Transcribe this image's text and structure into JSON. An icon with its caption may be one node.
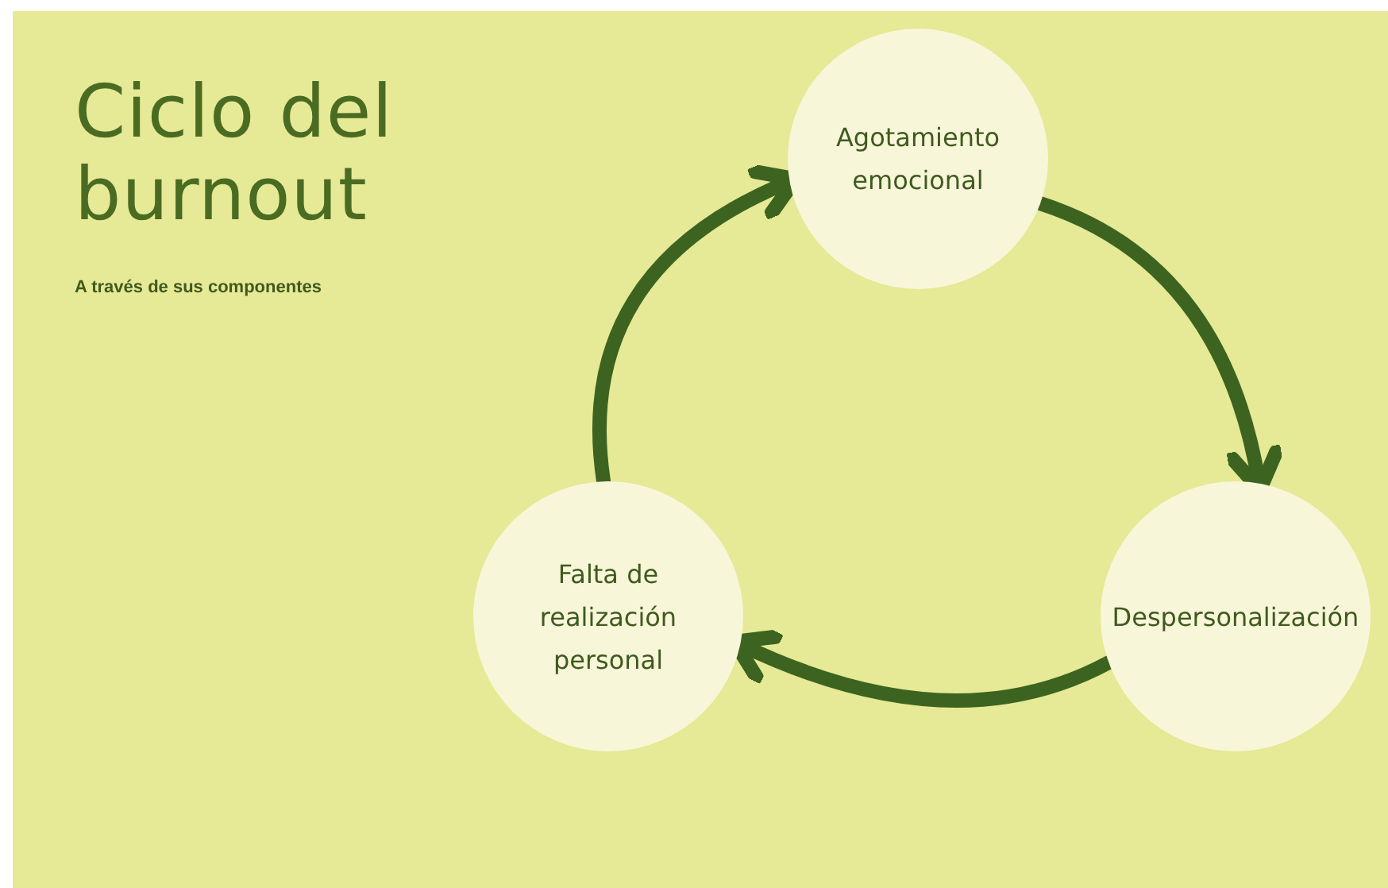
{
  "diagram": {
    "title": "Ciclo del burnout",
    "caption": "A través de sus componentes",
    "nodes": [
      {
        "text": [
          "Agotamiento emocional"
        ]
      },
      {
        "text": [
          "Despersonalización"
        ]
      },
      {
        "text": [
          "Falta de realización personal"
        ]
      }
    ],
    "edges": [
      {
        "from": 0,
        "to": 1,
        "arrow": "to"
      },
      {
        "from": 1,
        "to": 2,
        "arrow": "to"
      },
      {
        "from": 2,
        "to": 0,
        "arrow": "to"
      }
    ]
  }
}
